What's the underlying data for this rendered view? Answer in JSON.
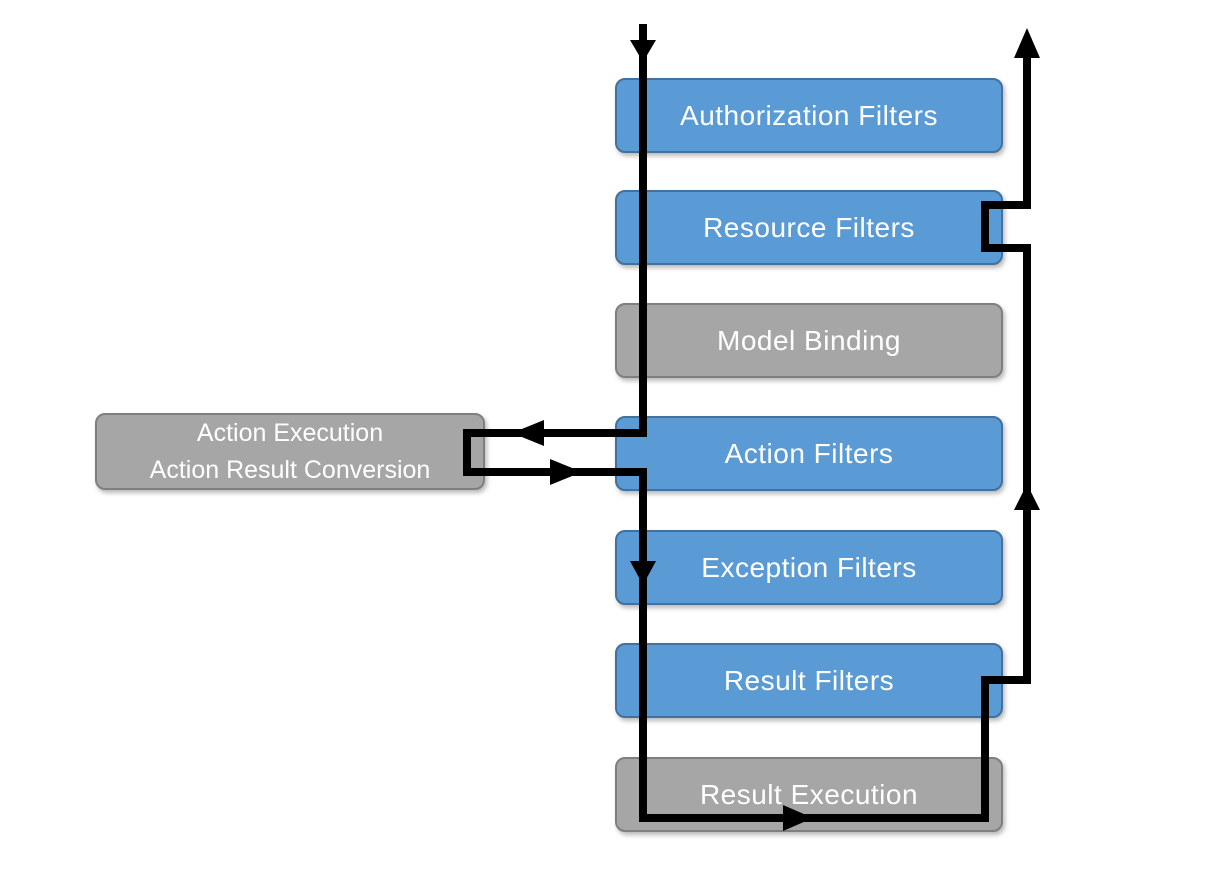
{
  "pipeline": {
    "stages": [
      {
        "label": "Authorization Filters",
        "variant": "blue"
      },
      {
        "label": "Resource Filters",
        "variant": "blue"
      },
      {
        "label": "Model Binding",
        "variant": "gray"
      },
      {
        "label": "Action Filters",
        "variant": "blue"
      },
      {
        "label": "Exception Filters",
        "variant": "blue"
      },
      {
        "label": "Result Filters",
        "variant": "blue"
      },
      {
        "label": "Result Execution",
        "variant": "gray"
      }
    ],
    "side_box": {
      "line1": "Action Execution",
      "line2": "Action Result Conversion",
      "variant": "gray"
    },
    "flow": {
      "request_direction": "down",
      "response_direction": "up"
    }
  },
  "colors": {
    "blue_fill": "#5B9BD5",
    "blue_border": "#41719C",
    "gray_fill": "#A6A6A6",
    "gray_border": "#7F7F7F",
    "line": "#000000",
    "text": "#FFFFFF",
    "background": "#FFFFFF"
  }
}
